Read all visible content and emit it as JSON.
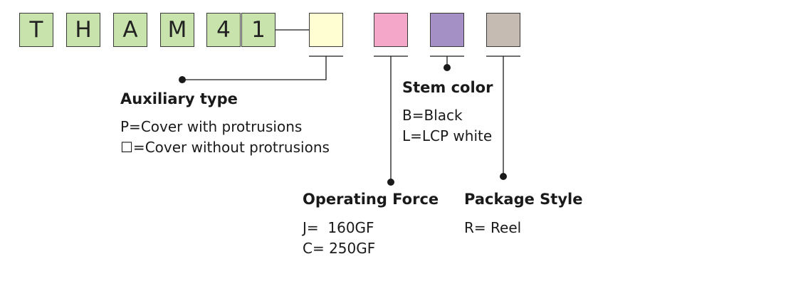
{
  "code": {
    "characters": [
      "T",
      "H",
      "A",
      "M",
      "4",
      "1"
    ],
    "char_box_color": "#c8e3ac",
    "option_colors": [
      "#fefed2",
      "#f4a7c8",
      "#a590c6",
      "#c5bbb2"
    ]
  },
  "groups": {
    "auxiliary": {
      "title": "Auxiliary type",
      "lines": [
        "P=Cover with protrusions",
        "☐=Cover without protrusions"
      ]
    },
    "stem": {
      "title": "Stem color",
      "lines": [
        "B=Black",
        "L=LCP white"
      ]
    },
    "force": {
      "title": "Operating Force",
      "lines": [
        "J=  160GF",
        "C= 250GF"
      ]
    },
    "package": {
      "title": "Package Style",
      "lines": [
        "R= Reel"
      ]
    }
  }
}
